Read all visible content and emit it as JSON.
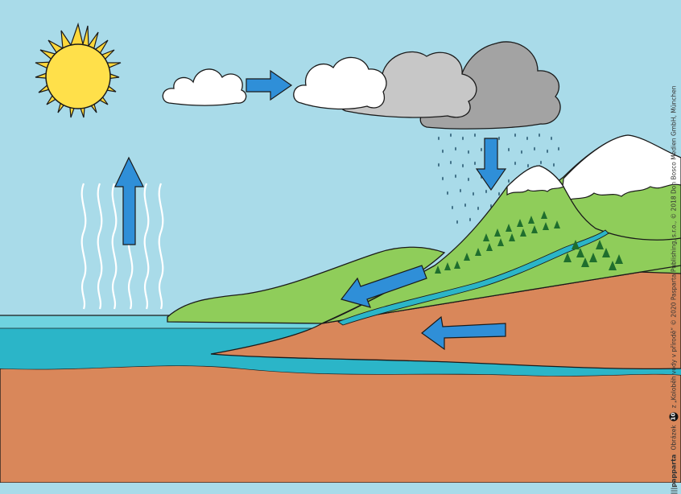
{
  "diagram": {
    "name": "water-cycle",
    "colors": {
      "sky": "#a9dbe9",
      "sea": "#2bb5c8",
      "sea_light": "#6fd3e0",
      "soil": "#d9875a",
      "soil_dark": "#c9744a",
      "grass": "#8fcd5a",
      "grass_dark": "#5fae3a",
      "snow": "#ffffff",
      "sun": "#ffd83a",
      "arrow": "#2f8fd8",
      "cloud_white": "#ffffff",
      "cloud_grey": "#c7c7c7",
      "cloud_dark": "#a3a3a3",
      "tree": "#1f6e2d"
    },
    "arrows": [
      "evaporation-up",
      "wind-right",
      "precipitation-down",
      "surface-runoff-left",
      "groundwater-flow-left"
    ]
  },
  "credit": {
    "brand": "|||papparta",
    "label": "Obrázek",
    "page": "10",
    "text": "z „Koloběh vody v přírodě“ © 2020 Pasparta Publishing, s.r.o., © 2018 Don Bosco Medien GmbH, München"
  }
}
